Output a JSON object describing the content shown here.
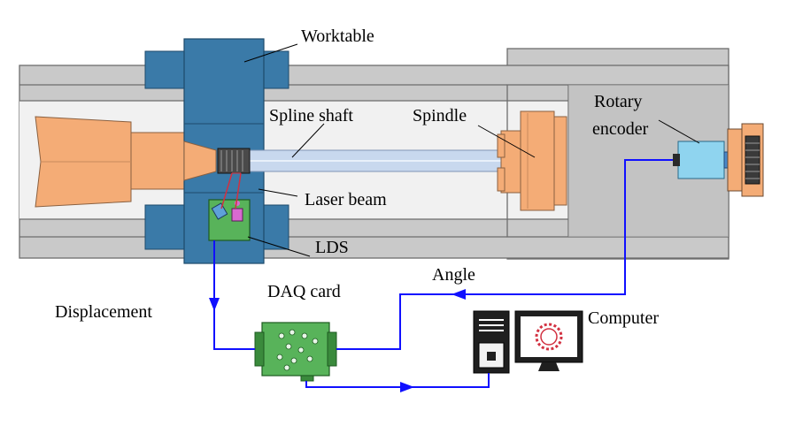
{
  "labels": {
    "worktable": "Worktable",
    "spline_shaft": "Spline shaft",
    "spindle": "Spindle",
    "rotary_encoder_line1": "Rotary",
    "rotary_encoder_line2": "encoder",
    "laser_beam": "Laser beam",
    "lds": "LDS",
    "angle": "Angle",
    "daq_card": "DAQ card",
    "displacement": "Displacement",
    "computer": "Computer"
  },
  "colors": {
    "frame_gray": "#c9c9c9",
    "frame_light": "#efefef",
    "worktable_blue": "#3a7aa8",
    "tan": "#f4ac76",
    "shaft_blue": "#c8d8ee",
    "encoder_cyan": "#8fd4ef",
    "pcb_green": "#58b35a",
    "signal_blue": "#1010ff",
    "laser_red": "#d23040"
  }
}
